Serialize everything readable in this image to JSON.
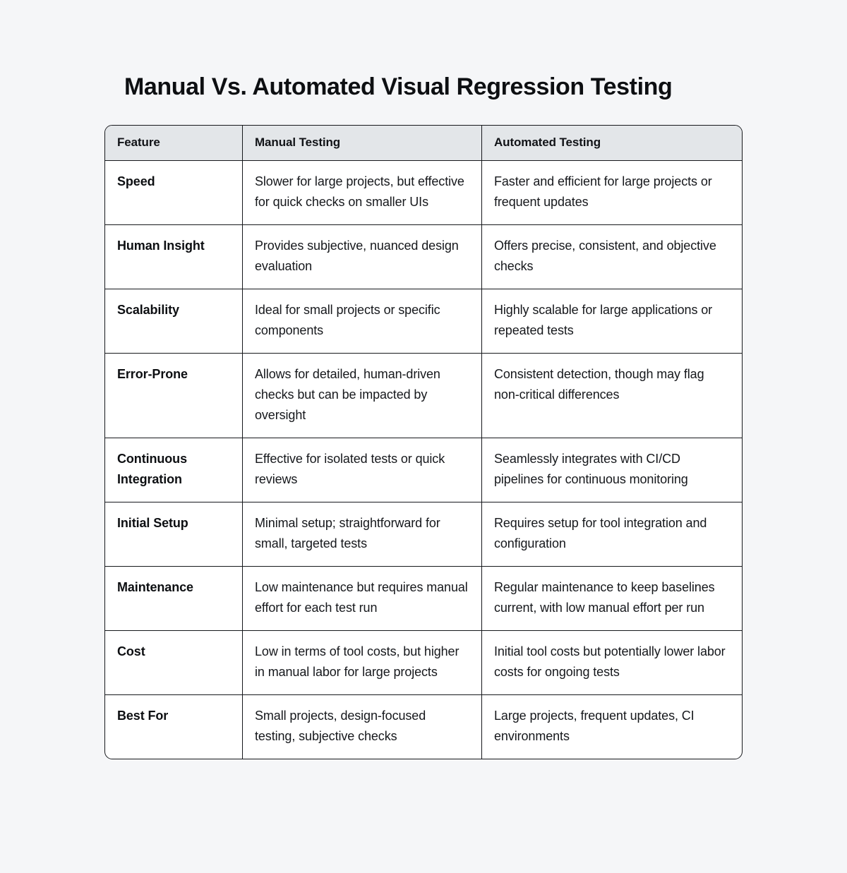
{
  "page": {
    "title": "Manual Vs. Automated Visual Regression Testing",
    "background_color": "#f5f6f8"
  },
  "table": {
    "header_background_color": "#e3e6e9",
    "border_color": "#16181c",
    "columns": [
      {
        "key": "feature",
        "label": "Feature"
      },
      {
        "key": "manual",
        "label": "Manual Testing"
      },
      {
        "key": "automated",
        "label": "Automated Testing"
      }
    ],
    "rows": [
      {
        "feature": "Speed",
        "manual": "Slower for large projects, but effective for quick checks on smaller UIs",
        "automated": "Faster and efficient for large projects or frequent updates"
      },
      {
        "feature": "Human Insight",
        "manual": "Provides subjective, nuanced design evaluation",
        "automated": "Offers precise, consistent, and objective checks"
      },
      {
        "feature": "Scalability",
        "manual": "Ideal for small projects or specific components",
        "automated": "Highly scalable for large applications or repeated tests"
      },
      {
        "feature": "Error-Prone",
        "manual": "Allows for detailed, human-driven checks but can be impacted by oversight",
        "automated": "Consistent detection, though may flag non-critical differences"
      },
      {
        "feature": "Continuous Integration",
        "manual": "Effective for isolated tests or quick reviews",
        "automated": "Seamlessly integrates with CI/CD pipelines for continuous monitoring"
      },
      {
        "feature": "Initial Setup",
        "manual": "Minimal setup; straightforward for small, targeted tests",
        "automated": "Requires setup for tool integration and configuration"
      },
      {
        "feature": "Maintenance",
        "manual": "Low maintenance but requires manual effort for each test run",
        "automated": "Regular maintenance to keep baselines current, with low manual effort per run"
      },
      {
        "feature": "Cost",
        "manual": "Low in terms of tool costs, but higher in manual labor for large projects",
        "automated": "Initial tool costs but potentially lower labor costs for ongoing tests"
      },
      {
        "feature": "Best For",
        "manual": "Small projects, design-focused testing, subjective checks",
        "automated": "Large projects, frequent updates, CI environments"
      }
    ]
  }
}
